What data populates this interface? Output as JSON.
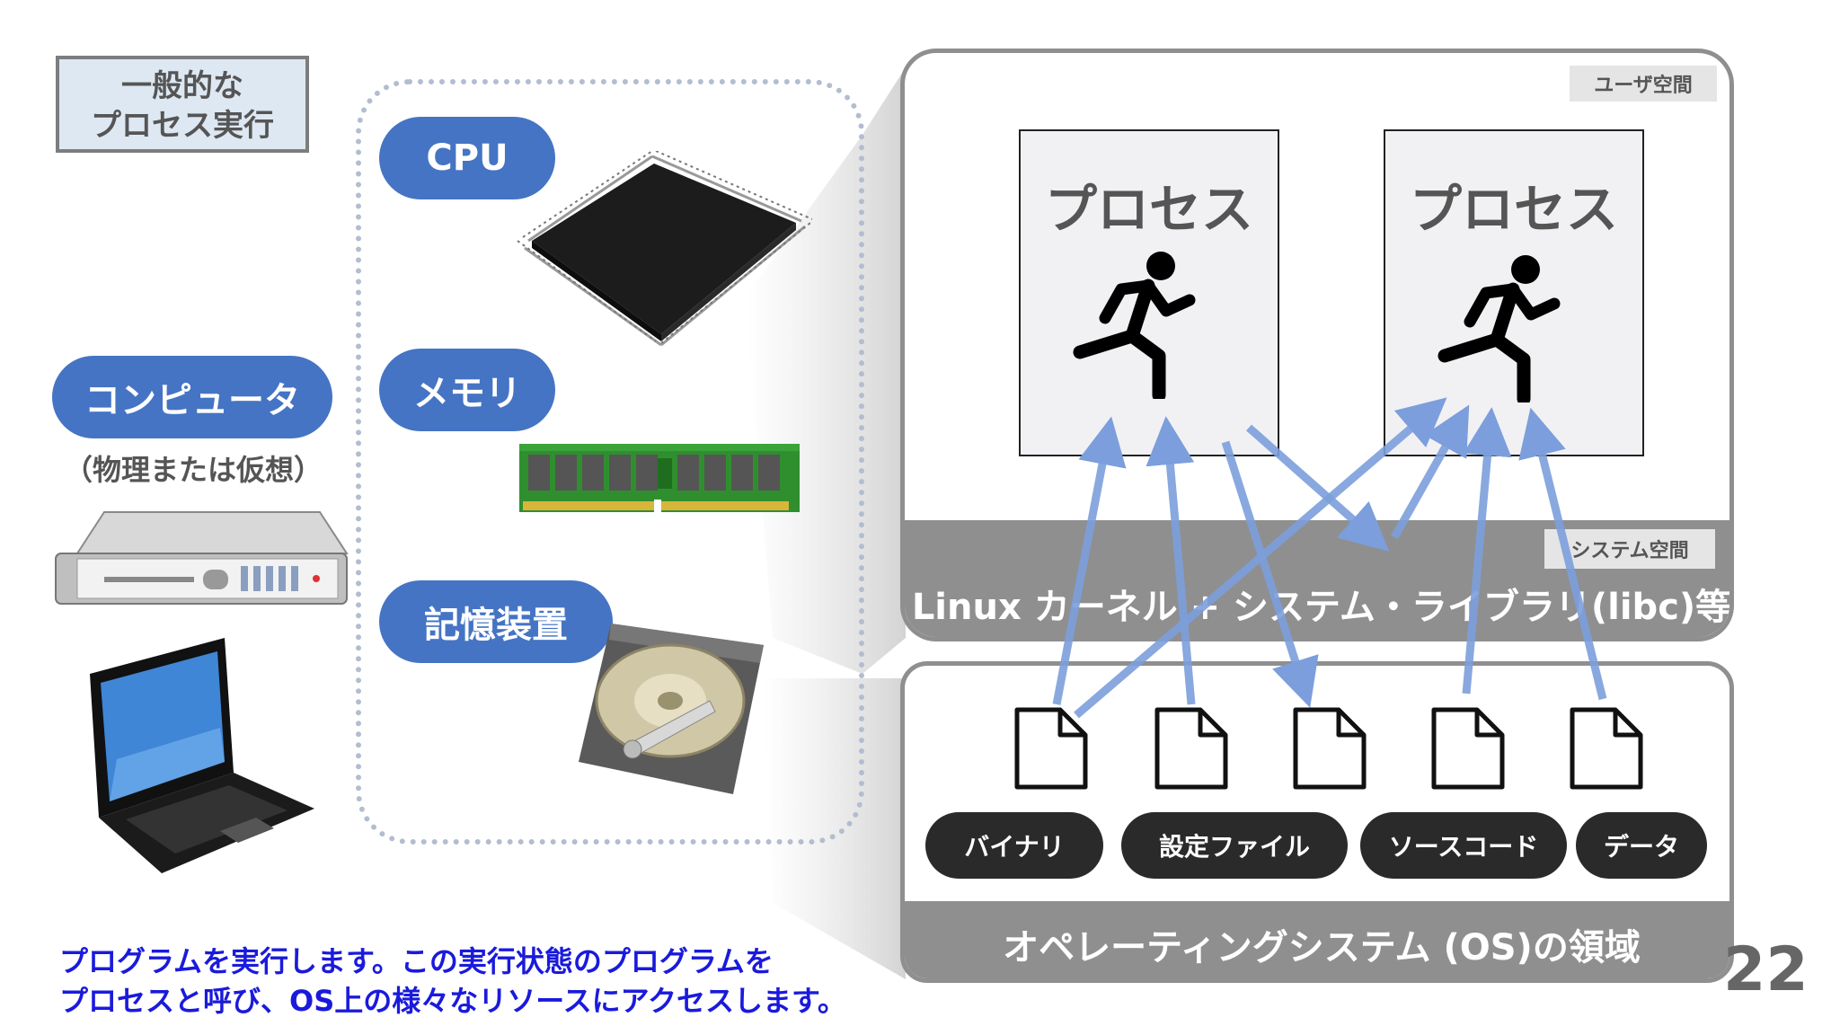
{
  "title": {
    "line1": "一般的な",
    "line2": "プロセス実行"
  },
  "computer": {
    "label": "コンピュータ",
    "sub": "（物理または仮想）"
  },
  "hardware": {
    "cpu": "CPU",
    "memory": "メモリ",
    "storage": "記憶装置"
  },
  "user_space": {
    "tag": "ユーザ空間",
    "process1": "プロセス",
    "process2": "プロセス"
  },
  "system_space": {
    "tag": "システム空間",
    "label": "Linux カーネル + システム・ライブラリ(libc)等"
  },
  "os_area": {
    "label": "オペレーティングシステム (OS)の領域",
    "files": [
      "バイナリ",
      "設定ファイル",
      "ソースコード",
      "データ"
    ]
  },
  "caption": {
    "line1": "プログラムを実行します。この実行状態のプログラムを",
    "line2": "プロセスと呼び、OS上の様々なリソースにアクセスします。"
  },
  "page_number": "22",
  "colors": {
    "accent": "#4574c4",
    "arrow": "#7c9edc",
    "panel": "#8f8f8f",
    "caption": "#1a1adc"
  }
}
